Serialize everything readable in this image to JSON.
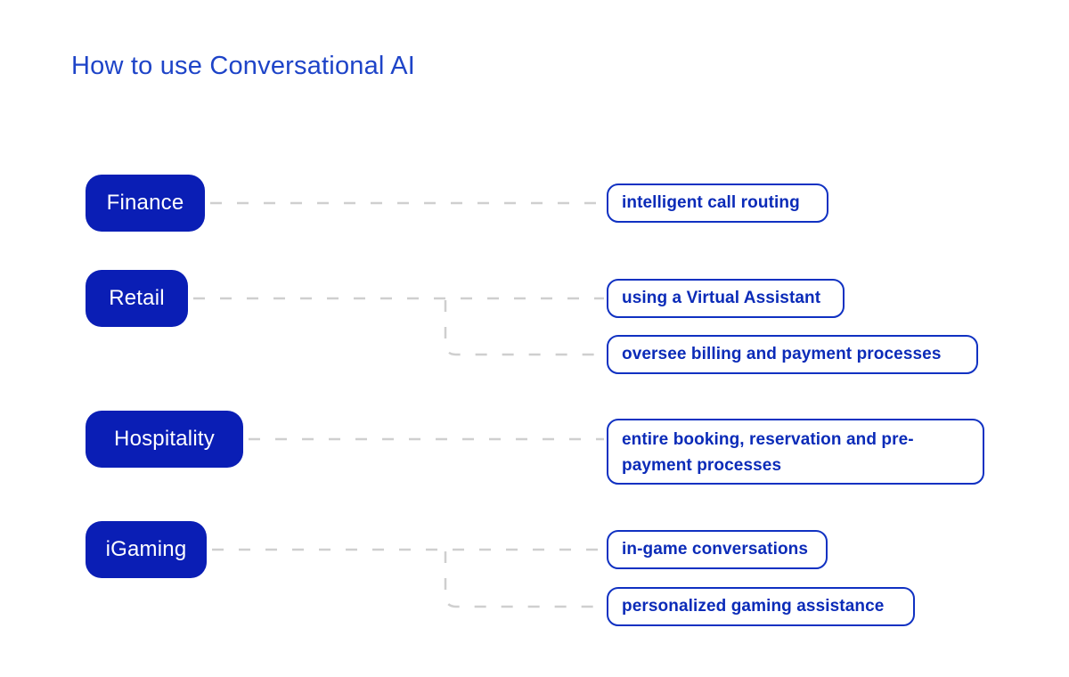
{
  "title": "How to use Conversational AI",
  "categories": [
    {
      "label": "Finance",
      "uses": [
        "intelligent call routing"
      ]
    },
    {
      "label": "Retail",
      "uses": [
        "using a Virtual Assistant",
        "oversee billing and payment processes"
      ]
    },
    {
      "label": "Hospitality",
      "uses": [
        "entire booking, reservation and pre-payment processes"
      ]
    },
    {
      "label": "iGaming",
      "uses": [
        "in-game conversations",
        "personalized gaming assistance"
      ]
    }
  ],
  "colors": {
    "title_text": "#1e44c8",
    "category_fill": "#0a1eb5",
    "category_text": "#ffffff",
    "chip_border": "#1031c2",
    "chip_text": "#0b2bb8",
    "connector": "#cfcfcf",
    "background": "#ffffff"
  }
}
